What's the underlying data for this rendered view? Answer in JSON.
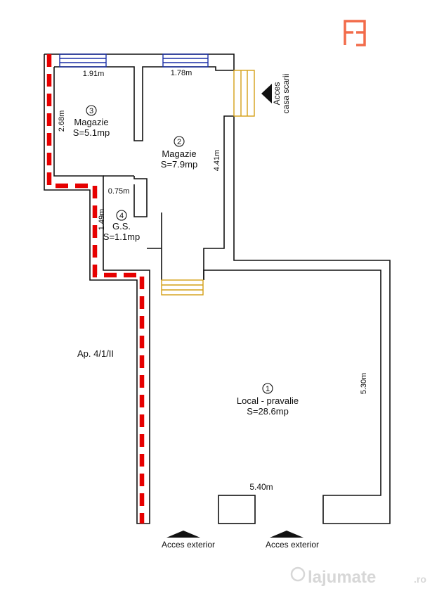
{
  "rooms": [
    {
      "number": "1",
      "name": "Local - pravalie",
      "area": "S=28.6mp"
    },
    {
      "number": "2",
      "name": "Magazie",
      "area": "S=7.9mp"
    },
    {
      "number": "3",
      "name": "Magazie",
      "area": "S=5.1mp"
    },
    {
      "number": "4",
      "name": "G.S.",
      "area": "S=1.1mp"
    }
  ],
  "dimensions": {
    "d1": "1.91m",
    "d2": "1.78m",
    "d3": "2.68m",
    "d4": "4.41m",
    "d5": "0.75m",
    "d6": "1.49m",
    "d7": "5.30m",
    "d8": "5.40m"
  },
  "labels": {
    "apartment": "Ap. 4/1/II",
    "access_left": "Acces exterior",
    "access_right": "Acces exterior",
    "staircase_line1": "Acces",
    "staircase_line2": "casa scarii"
  },
  "watermark": {
    "text": "lajumate",
    "suffix": ".ro"
  },
  "colors": {
    "wall": "#111111",
    "party_wall_dash": "#e60000",
    "door_frame": "#d4a017",
    "window": "#1a2fa8",
    "logo": "#f26b4a"
  }
}
